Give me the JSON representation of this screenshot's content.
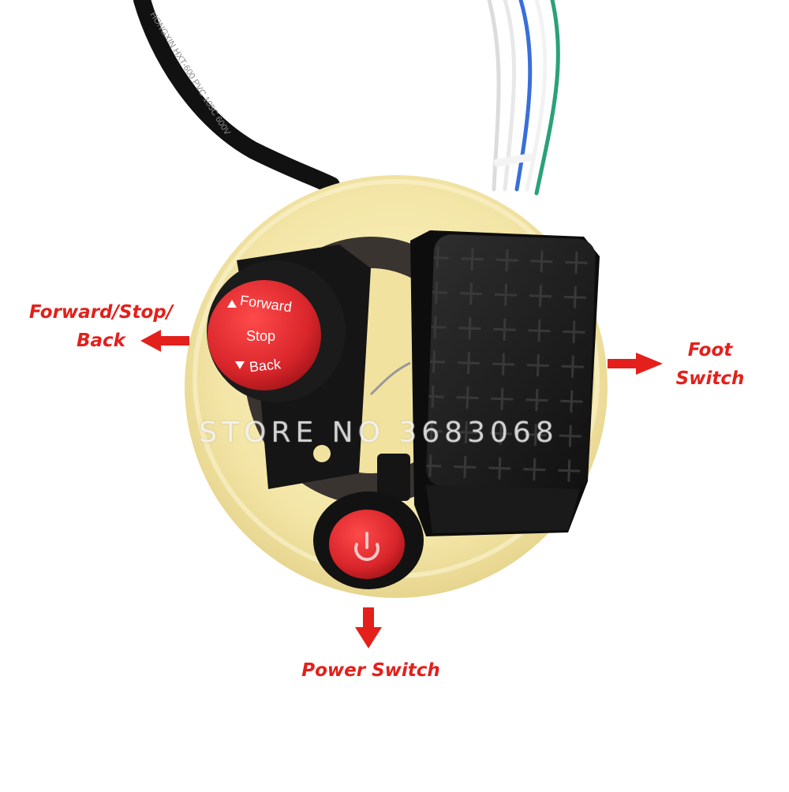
{
  "labels": {
    "forward_stop_back_line1": "Forward/Stop/",
    "forward_stop_back_line2": "Back",
    "foot_switch_line1": "Foot",
    "foot_switch_line2": "Switch",
    "power_switch": "Power Switch"
  },
  "button_text": {
    "forward": "Forward",
    "stop": "Stop",
    "back": "Back"
  },
  "cable_print": "HONGXIN HXT-600 PVC 105C 600V",
  "watermark": "STORE NO 3683068",
  "colors": {
    "label_red": "#e3201b",
    "button_red": "#d9262b",
    "plate_cream": "#f6eab0",
    "housing_black": "#1c1c1c"
  }
}
